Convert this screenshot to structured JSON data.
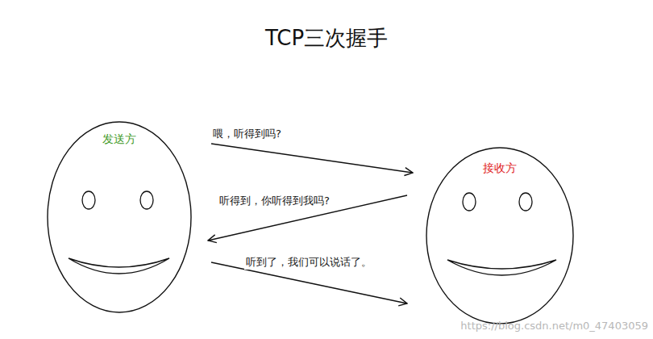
{
  "diagram": {
    "title": "TCP三次握手",
    "nodes": [
      {
        "text": [
          "发送方"
        ]
      },
      {
        "text": [
          "接收方"
        ]
      }
    ],
    "edges": [
      {
        "from": 0,
        "to": 1,
        "label": "喂，听得到吗?",
        "arrow": "to"
      },
      {
        "from": 1,
        "to": 0,
        "label": "听得到，你听得到我吗?",
        "arrow": "to"
      },
      {
        "from": 0,
        "to": 1,
        "label": "听到了，我们可以说话了。",
        "arrow": "to"
      }
    ],
    "labels": [
      "https://blog.csdn.net/m0_47403059"
    ]
  }
}
